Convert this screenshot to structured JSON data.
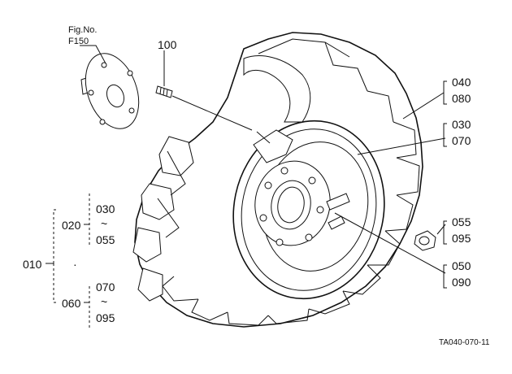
{
  "figure": {
    "fig_ref_title": "Fig.No.",
    "fig_ref_number": "F150",
    "code": "TA040-070-11"
  },
  "parts": {
    "p100": "100",
    "p040": "040",
    "p080": "080",
    "p030r": "030",
    "p070r": "070",
    "p055r": "055",
    "p095r": "095",
    "p050": "050",
    "p090": "090"
  },
  "tree": {
    "root": "010",
    "dot": "·",
    "g1": "020",
    "g1_from": "030",
    "g1_tilde": "~",
    "g1_to": "055",
    "g2": "060",
    "g2_from": "070",
    "g2_tilde": "~",
    "g2_to": "095"
  }
}
